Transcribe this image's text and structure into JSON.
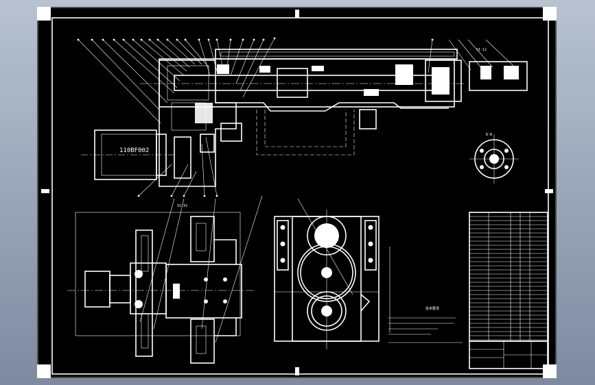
{
  "drawing": {
    "motor_label": "110BF002",
    "section_label_side": "IV-IV",
    "section_label_top": "VI-12",
    "view_label_circle": "B-B",
    "notes_heading": "技术要求"
  },
  "colors": {
    "background": "#000000",
    "lines": "#ffffff",
    "viewport": "#8e9aae"
  }
}
